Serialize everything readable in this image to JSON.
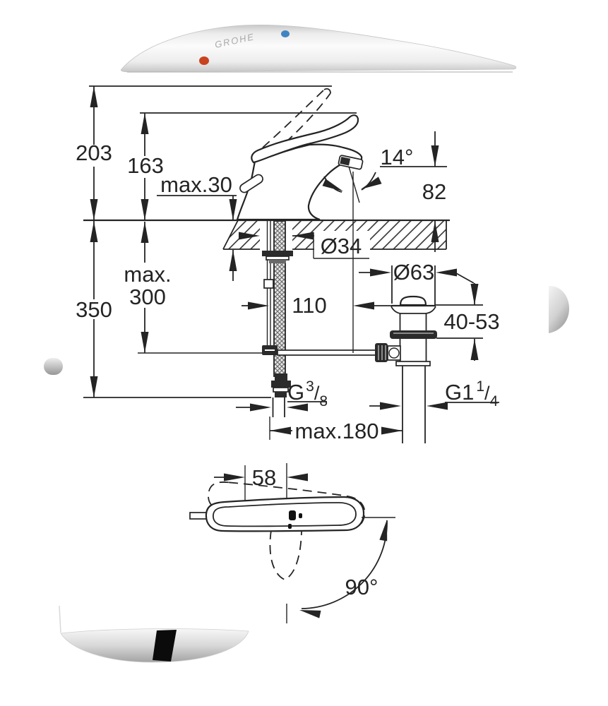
{
  "background_color": "#ffffff",
  "ink_color": "#242424",
  "photo": {
    "logo_text": "GROHE",
    "hot_indicator_color": "#c8431f",
    "cold_indicator_color": "#4084c1"
  },
  "drawing": {
    "labels": {
      "height_total": "203",
      "height_to_spout_top": "163",
      "deck_thickness_max": "max.30",
      "spout_angle": "14°",
      "outlet_height": "82",
      "depth_total": "350",
      "hose_length_max_line1": "max.",
      "hose_length_max_line2": "300",
      "hole_diameter": "Ø34",
      "waste_flange_diameter": "Ø63",
      "spout_reach": "110",
      "clamping_range": "40-53",
      "supply_thread_base": "G",
      "supply_thread_numerator": "3",
      "supply_thread_slash": "/",
      "supply_thread_denominator": "8",
      "waste_thread_base": "G1",
      "waste_thread_numerator": "1",
      "waste_thread_slash": "/",
      "waste_thread_denominator": "4",
      "width_max": "max.180"
    }
  },
  "top_view": {
    "labels": {
      "handle_offset": "58",
      "swivel_angle": "90°"
    }
  }
}
